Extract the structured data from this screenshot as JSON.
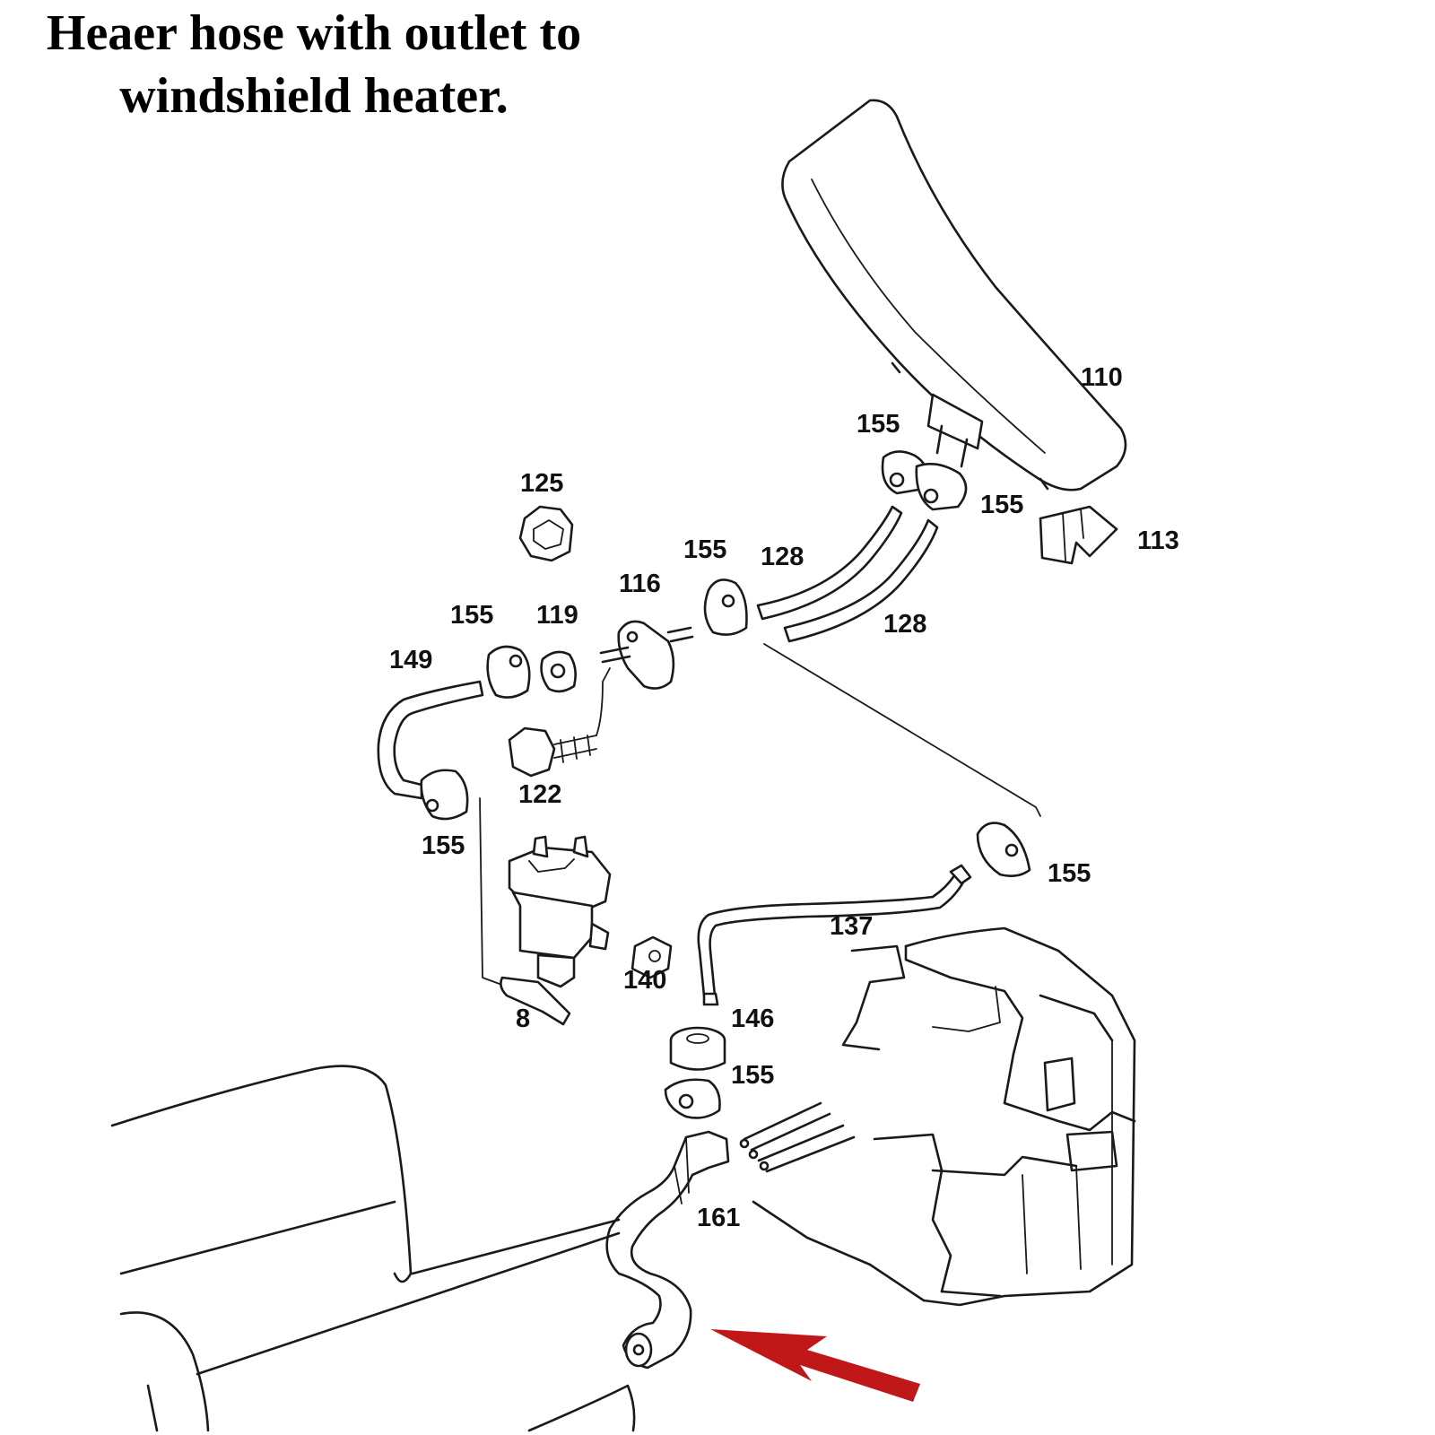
{
  "title": {
    "line1": "Heaer hose with outlet to",
    "line2": "windshield heater."
  },
  "colors": {
    "arrow": "#c01818",
    "line": "#1a1a1a"
  },
  "parts": {
    "p110": "110",
    "p155_a": "155",
    "p155_b": "155",
    "p113": "113",
    "p125": "125",
    "p155_c": "155",
    "p128_a": "128",
    "p116": "116",
    "p155_d": "155",
    "p119": "119",
    "p128_b": "128",
    "p149": "149",
    "p122": "122",
    "p155_e": "155",
    "p155_f": "155",
    "p137": "137",
    "p140": "140",
    "p8": "8",
    "p146": "146",
    "p155_g": "155",
    "p161": "161"
  }
}
